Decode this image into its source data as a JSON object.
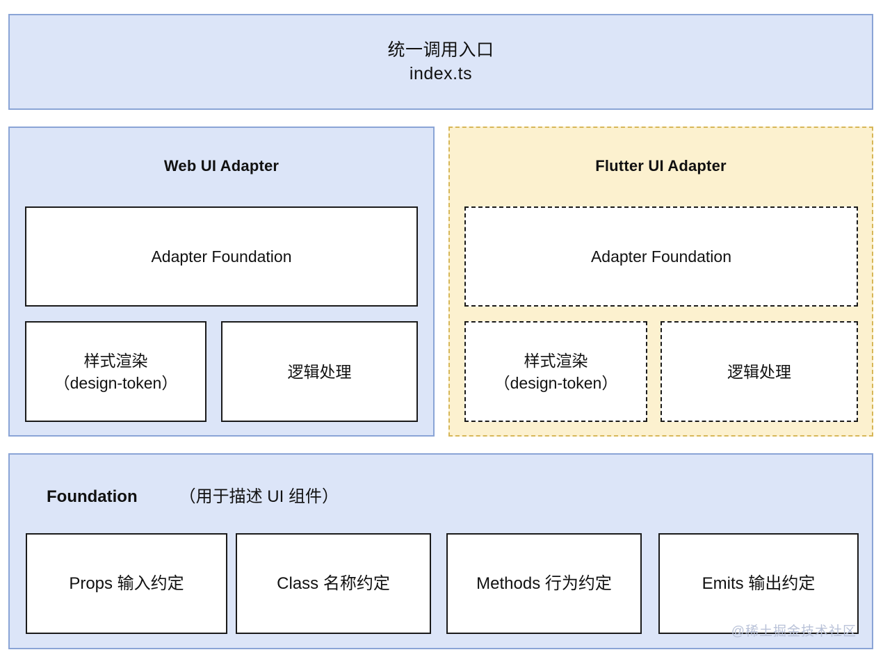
{
  "diagram": {
    "entry": {
      "line1": "统一调用入口",
      "line2": "index.ts"
    },
    "adapters": [
      {
        "id": "web",
        "title": "Web UI Adapter",
        "style": "solid-blue",
        "foundation_label": "Adapter Foundation",
        "children": [
          "样式渲染\n（design-token）",
          "逻辑处理"
        ]
      },
      {
        "id": "flutter",
        "title": "Flutter UI Adapter",
        "style": "dashed-cream",
        "foundation_label": "Adapter Foundation",
        "children": [
          "样式渲染\n（design-token）",
          "逻辑处理"
        ]
      }
    ],
    "foundation": {
      "title": "Foundation",
      "subtitle": "（用于描述 UI 组件）",
      "items": [
        "Props 输入约定",
        "Class 名称约定",
        "Methods 行为约定",
        "Emits 输出约定"
      ]
    },
    "watermark": "@稀土掘金技术社区",
    "colors": {
      "panel_blue_fill": "#dce5f8",
      "panel_blue_border": "#8aa4d6",
      "panel_cream_fill": "#fcf1cf",
      "panel_cream_border": "#d7b758",
      "box_border": "#1a1a1a",
      "box_fill": "#ffffff",
      "text": "#111111",
      "watermark": "#b9c2d8"
    }
  }
}
